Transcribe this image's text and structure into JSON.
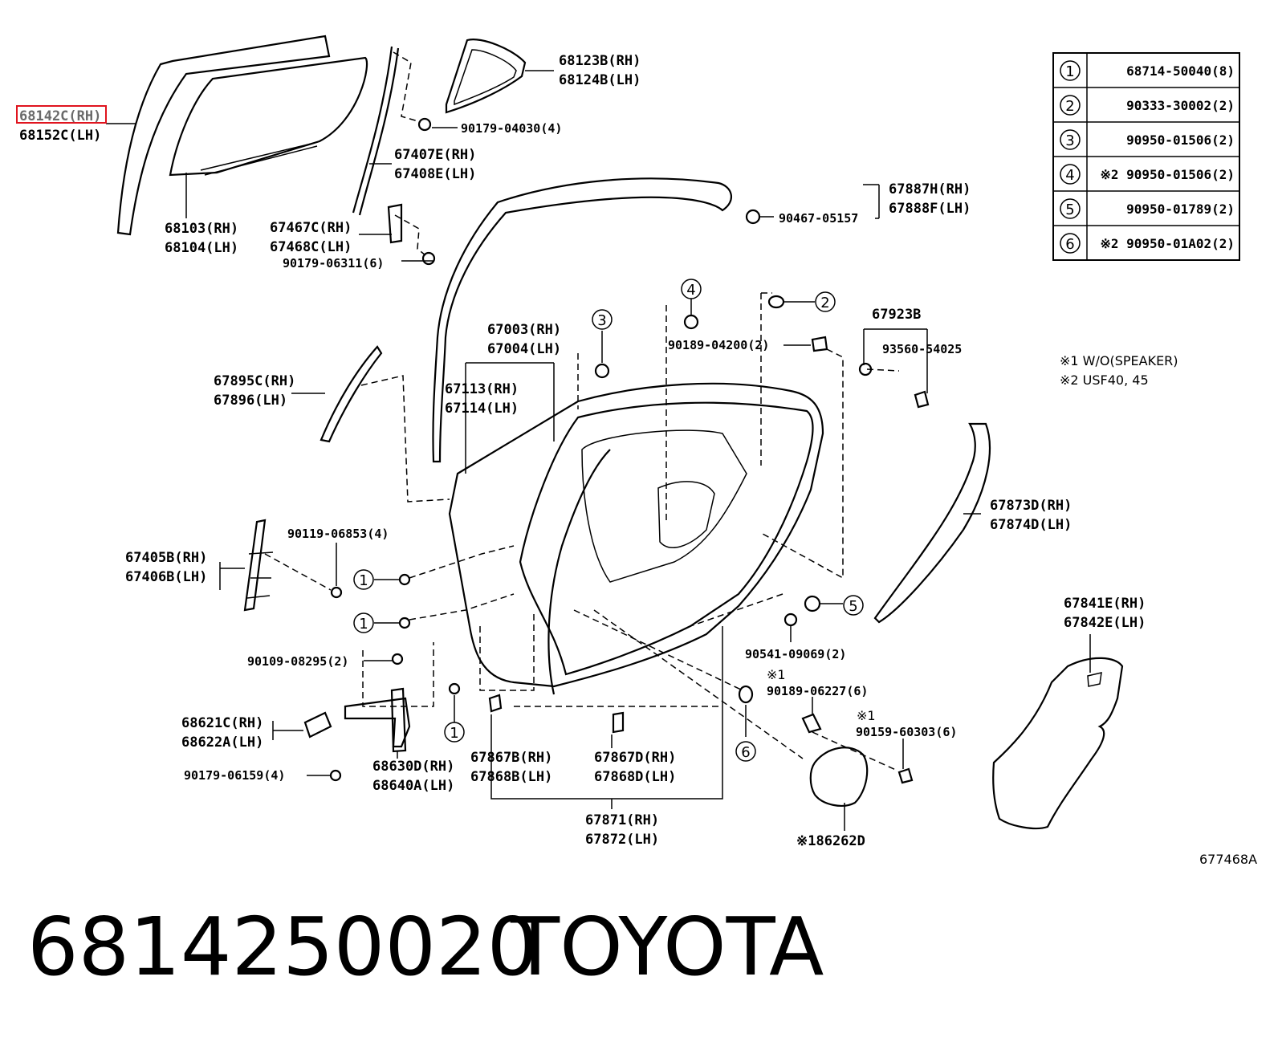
{
  "highlight_color": "#e0141e",
  "labels": {
    "p68142": "68142C(RH)",
    "p68152": "68152C(LH)",
    "p68103": "68103(RH)",
    "p68104": "68104(LH)",
    "p68123": "68123B(RH)",
    "p68124": "68124B(LH)",
    "p90179_04030": "90179-04030(4)",
    "p67407": "67407E(RH)",
    "p67408": "67408E(LH)",
    "p67467": "67467C(RH)",
    "p67468": "67468C(LH)",
    "p90179_06311": "90179-06311(6)",
    "p67887": "67887H(RH)",
    "p67888": "67888F(LH)",
    "p90467": "90467-05157",
    "p67003": "67003(RH)",
    "p67004": "67004(LH)",
    "p90189_04200": "90189-04200(2)",
    "p67923": "67923B",
    "p93560": "93560-54025",
    "p67895": "67895C(RH)",
    "p67896": "67896(LH)",
    "p67113": "67113(RH)",
    "p67114": "67114(LH)",
    "p90119": "90119-06853(4)",
    "p67405": "67405B(RH)",
    "p67406": "67406B(LH)",
    "p67873": "67873D(RH)",
    "p67874": "67874D(LH)",
    "p67841": "67841E(RH)",
    "p67842": "67842E(LH)",
    "p90541": "90541-09069(2)",
    "p90189_06227_mark": "※1",
    "p90189_06227": "90189-06227(6)",
    "p90159_mark": "※1",
    "p90159": "90159-60303(6)",
    "p90109": "90109-08295(2)",
    "p68621": "68621C(RH)",
    "p68622": "68622A(LH)",
    "p68630": "68630D(RH)",
    "p68640": "68640A(LH)",
    "p67867b": "67867B(RH)",
    "p67868b": "67868B(LH)",
    "p67867d": "67867D(RH)",
    "p67868d": "67868D(LH)",
    "p90179_06159": "90179-06159(4)",
    "p67871": "67871(RH)",
    "p67872": "67872(LH)",
    "p86262": "※186262D",
    "ref_code": "677468A"
  },
  "circle_refs": {
    "c1a": "1",
    "c1b": "1",
    "c1c": "1",
    "c2": "2",
    "c3": "3",
    "c4": "4",
    "c5": "5",
    "c6": "6"
  },
  "legend_table": [
    {
      "num": "1",
      "part": "68714-50040(8)"
    },
    {
      "num": "2",
      "part": "90333-30002(2)"
    },
    {
      "num": "3",
      "part": "90950-01506(2)"
    },
    {
      "num": "4",
      "part": "※2 90950-01506(2)"
    },
    {
      "num": "5",
      "part": "90950-01789(2)"
    },
    {
      "num": "6",
      "part": "※2 90950-01A02(2)"
    }
  ],
  "notes": {
    "n1": "※1 W/O(SPEAKER)",
    "n2": "※2 USF40, 45"
  },
  "footer": {
    "part_number": "6814250020",
    "brand": "TOYOTA"
  }
}
